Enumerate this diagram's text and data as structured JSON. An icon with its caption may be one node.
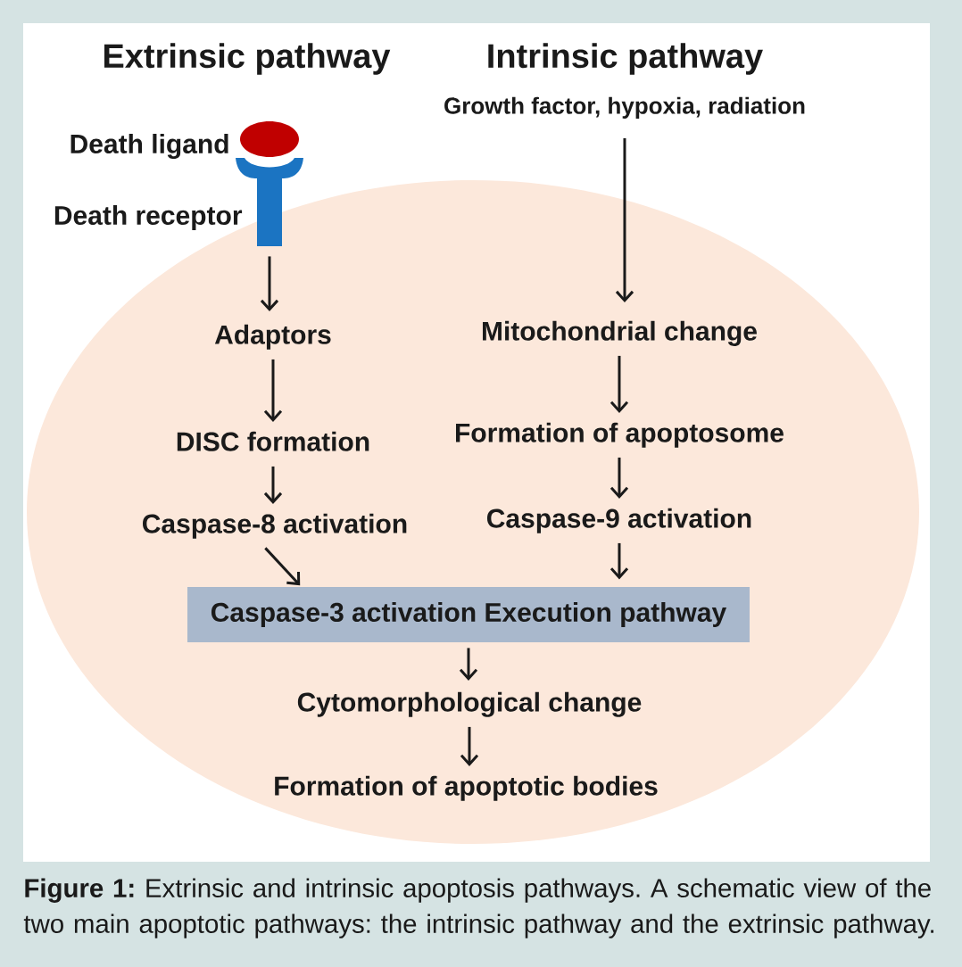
{
  "diagram": {
    "nodes": [
      {
        "text": [],
        "shape": "ellipse"
      },
      {
        "text": [],
        "shape": "ellipse",
        "beside": [
          "Death ligand"
        ]
      },
      {
        "text": [],
        "shape": "picture",
        "beside": [
          "Death receptor"
        ]
      },
      {
        "text": [
          "Growth factor, hypoxia, radiation"
        ]
      },
      {
        "text": [
          "Adaptors"
        ],
        "in": 0
      },
      {
        "text": [
          "Mitochondrial change"
        ],
        "in": 0
      },
      {
        "text": [
          "DISC formation"
        ],
        "in": 0
      },
      {
        "text": [
          "Formation of apoptosome"
        ],
        "in": 0
      },
      {
        "text": [
          "Caspase-8 activation"
        ],
        "in": 0
      },
      {
        "text": [
          "Caspase-9 activation"
        ],
        "in": 0
      },
      {
        "text": [
          "Caspase-3 activation Execution pathway"
        ],
        "in": 0
      },
      {
        "text": [
          "Cytomorphological change"
        ],
        "in": 0
      },
      {
        "text": [
          "Formation of apoptotic bodies"
        ],
        "in": 0
      }
    ],
    "edges": [
      {
        "from": 2,
        "to": 4,
        "arrow": "to"
      },
      {
        "from": 3,
        "to": 5,
        "arrow": "to"
      },
      {
        "from": 4,
        "to": 6,
        "arrow": "to"
      },
      {
        "from": 5,
        "to": 7,
        "arrow": "to"
      },
      {
        "from": 6,
        "to": 8,
        "arrow": "to"
      },
      {
        "from": 7,
        "to": 9,
        "arrow": "to"
      },
      {
        "from": 8,
        "to": 10,
        "arrow": "to"
      },
      {
        "from": 9,
        "to": 10,
        "arrow": "to"
      },
      {
        "from": 10,
        "to": 11,
        "arrow": "to"
      },
      {
        "from": 11,
        "to": 12,
        "arrow": "to"
      }
    ],
    "labels": [
      "Extrinsic pathway",
      "Intrinsic pathway"
    ],
    "caption": "**Figure 1:** Extrinsic and intrinsic apoptosis pathways. A schematic view of the two main apoptotic pathways: the intrinsic pathway and the extrinsic pathway."
  }
}
